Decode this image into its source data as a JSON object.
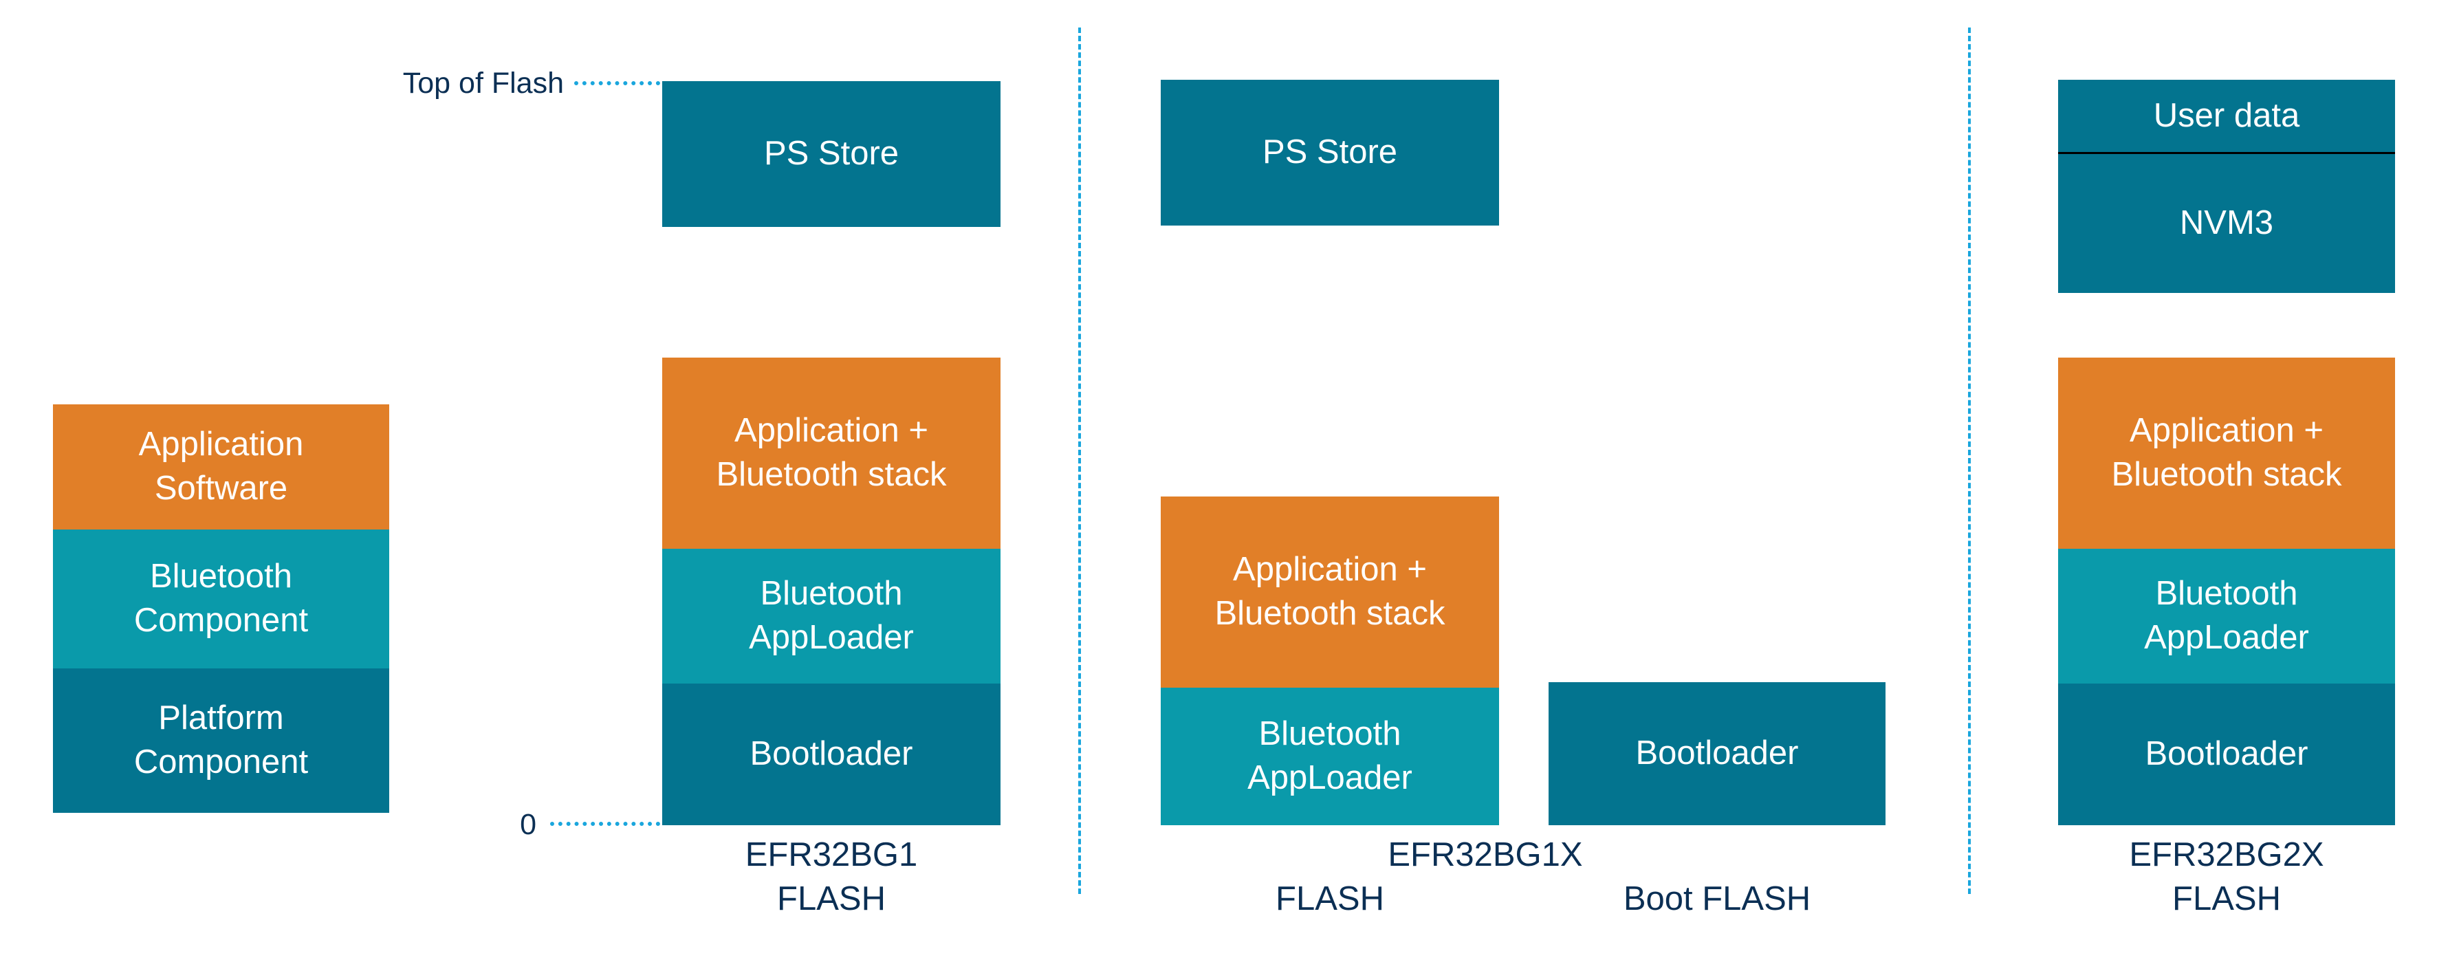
{
  "colors": {
    "teal_dark": "#03748f",
    "teal_light": "#0a9aaa",
    "orange": "#e17f28",
    "text_dark": "#0b2f54",
    "dash_blue": "#1aa6dd"
  },
  "legend": {
    "application": "Application\nSoftware",
    "bluetooth": "Bluetooth\nComponent",
    "platform": "Platform\nComponent"
  },
  "axis": {
    "top": "Top of Flash",
    "zero": "0"
  },
  "efr32bg1": {
    "ps_store": "PS Store",
    "app_stack": "Application +\nBluetooth stack",
    "apploader": "Bluetooth\nAppLoader",
    "bootloader": "Bootloader",
    "caption": "EFR32BG1\nFLASH"
  },
  "efr32bg1x": {
    "ps_store": "PS Store",
    "app_stack": "Application +\nBluetooth stack",
    "apploader": "Bluetooth\nAppLoader",
    "bootloader": "Bootloader",
    "title": "EFR32BG1X",
    "flash_caption": "FLASH",
    "boot_flash_caption": "Boot FLASH"
  },
  "efr32bg2x": {
    "user_data": "User data",
    "nvm3": "NVM3",
    "app_stack": "Application +\nBluetooth stack",
    "apploader": "Bluetooth\nAppLoader",
    "bootloader": "Bootloader",
    "caption": "EFR32BG2X\nFLASH"
  }
}
